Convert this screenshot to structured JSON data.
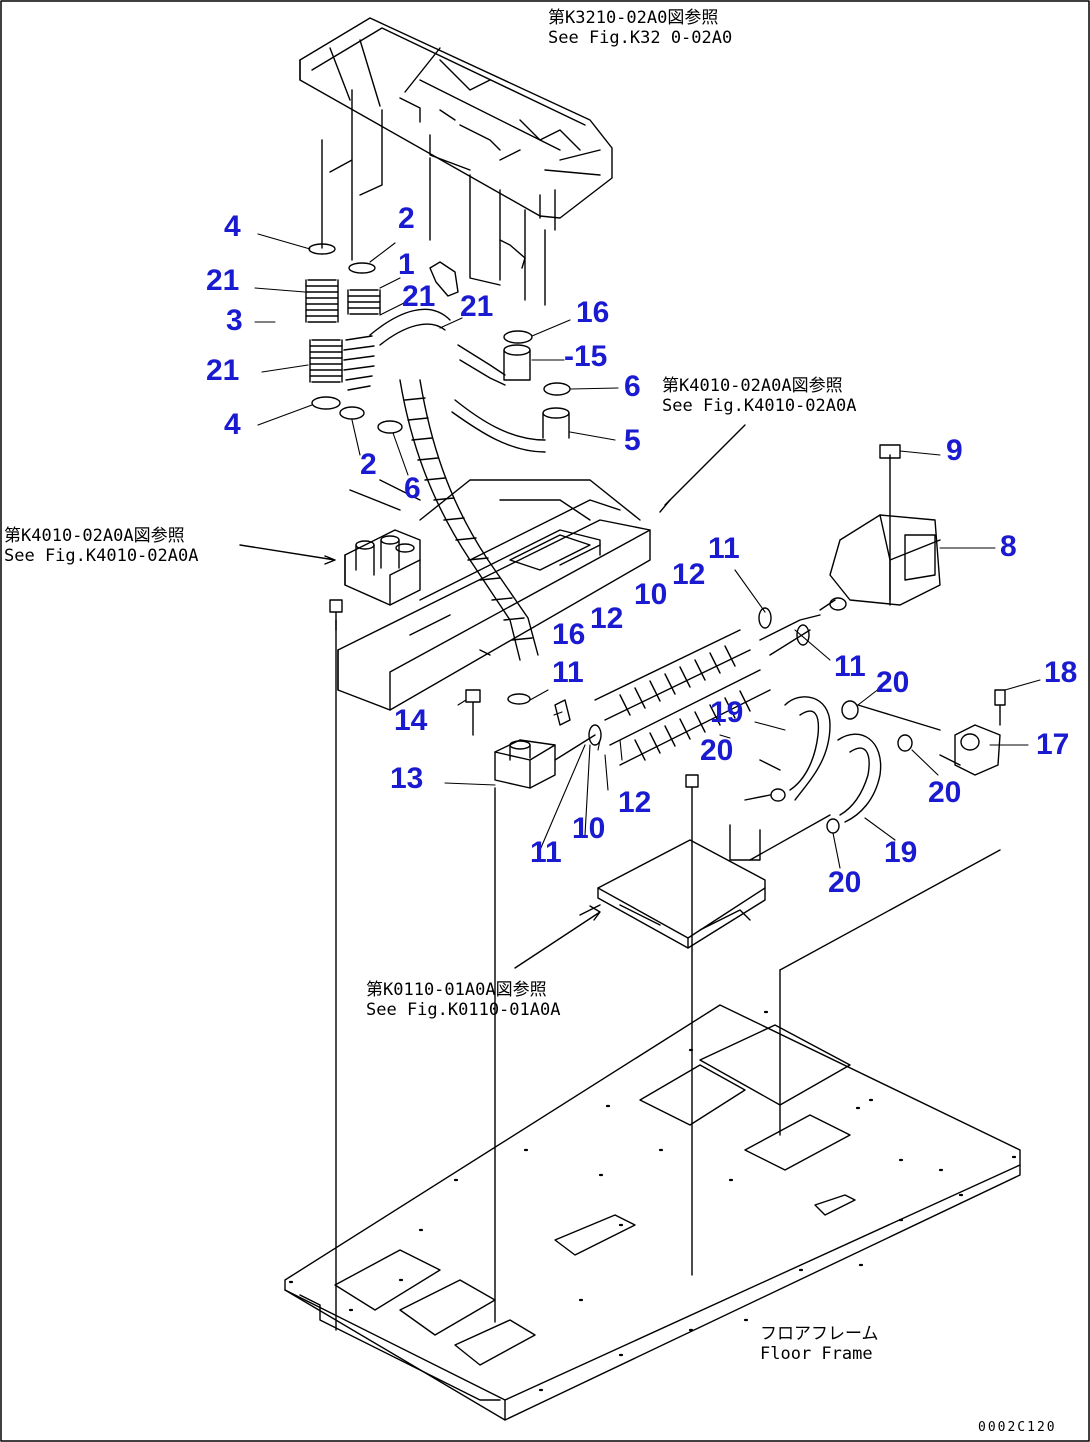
{
  "colors": {
    "part_number": "#1a1ad0",
    "line": "#000000"
  },
  "references": {
    "top": {
      "jp": "第K3210-02A0図参照",
      "en": "See Fig.K32 0-02A0"
    },
    "middle_right": {
      "jp": "第K4010-02A0A図参照",
      "en": "See Fig.K4010-02A0A"
    },
    "left": {
      "jp": "第K4010-02A0A図参照",
      "en": "See Fig.K4010-02A0A"
    },
    "bottom": {
      "jp": "第K0110-01A0A図参照",
      "en": "See Fig.K0110-01A0A"
    },
    "floor": {
      "jp": "フロアフレーム",
      "en": "Floor Frame"
    }
  },
  "drawing_code": "0002C120",
  "part_numbers": {
    "p1": "4",
    "p2": "2",
    "p3": "1",
    "p4": "21",
    "p5": "21",
    "p6": "21",
    "p7": "3",
    "p8": "16",
    "p9": "-15",
    "p10": "21",
    "p11": "6",
    "p12": "4",
    "p13": "2",
    "p14": "5",
    "p15": "6",
    "p16": "9",
    "p17": "8",
    "p18": "11",
    "p19": "12",
    "p20": "10",
    "p21": "12",
    "p22": "16",
    "p23": "11",
    "p24": "11",
    "p25": "20",
    "p26": "18",
    "p27": "19",
    "p28": "14",
    "p29": "13",
    "p30": "20",
    "p31": "17",
    "p32": "20",
    "p33": "12",
    "p34": "10",
    "p35": "11",
    "p36": "19",
    "p37": "20"
  }
}
